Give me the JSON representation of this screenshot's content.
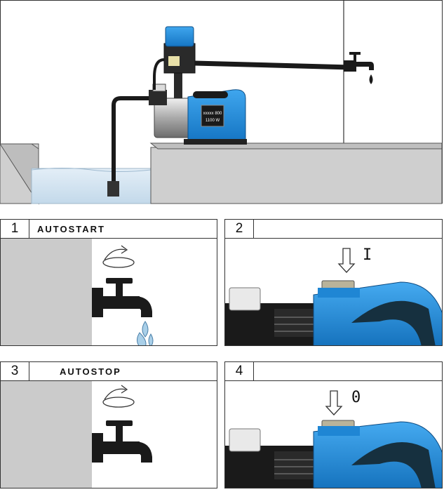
{
  "steps": [
    {
      "number": "1",
      "title": "AUTOSTART"
    },
    {
      "number": "2",
      "title": "",
      "switch_mark": "I"
    },
    {
      "number": "3",
      "title": "AUTOSTOP"
    },
    {
      "number": "4",
      "title": "",
      "switch_mark": "0"
    }
  ],
  "pump_label": {
    "line1": "xxxxx 800",
    "line2": "1100 W"
  },
  "colors": {
    "pump_blue": "#1e8fe0",
    "frame": "#333333",
    "wall_gray": "#c8c8c8",
    "water": "#cfe3f2"
  }
}
